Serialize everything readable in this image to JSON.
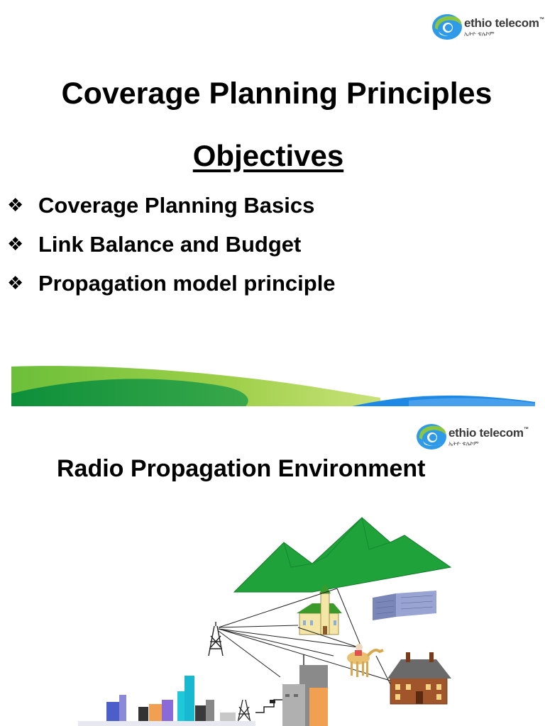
{
  "logo": {
    "brand": "ethio telecom",
    "trademark": "™",
    "subtitle": "ኢትዮ ቴሌኮም"
  },
  "slide1": {
    "title": "Coverage Planning Principles",
    "heading": "Objectives",
    "bullet_glyph": "❖",
    "bullets": [
      "Coverage Planning Basics",
      "Link Balance and Budget",
      "Propagation model  principle"
    ]
  },
  "slide2": {
    "title": "Radio Propagation Environment",
    "illustration_icons": [
      "mountain-icon",
      "church-icon",
      "office-building-icon",
      "radio-tower-icon",
      "camel-rider-icon",
      "house-icon",
      "city-skyline-icon"
    ]
  },
  "colors": {
    "green": "#22a33a",
    "light_green": "#8cc63f",
    "blue": "#1e88e5",
    "mountain_green": "#1fa23a"
  }
}
